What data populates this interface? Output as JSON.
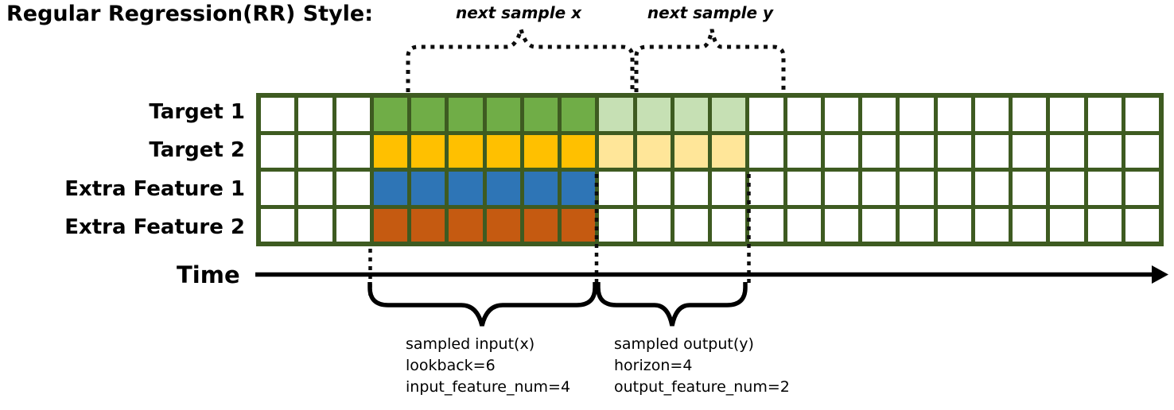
{
  "title": "Regular Regression(RR) Style:",
  "brace_labels": {
    "x": "next sample x",
    "y": "next sample y"
  },
  "rows": [
    {
      "label": "Target 1",
      "input_color": "#70AD47",
      "output_color": "#C6E0B4"
    },
    {
      "label": "Target 2",
      "input_color": "#FFC000",
      "output_color": "#FFE699"
    },
    {
      "label": "Extra Feature 1",
      "input_color": "#2E75B6",
      "output_color": null
    },
    {
      "label": "Extra Feature 2",
      "input_color": "#C55A11",
      "output_color": null
    }
  ],
  "grid": {
    "total_columns": 24,
    "lead_blank_columns": 3,
    "input_columns": 6,
    "output_columns": 4,
    "border_color": "#3E5B21",
    "blank_cell_color": "#FFFFFF",
    "line_color": "#000000"
  },
  "time_axis": {
    "label": "Time"
  },
  "annotations": {
    "input": {
      "line1": "sampled input(x)",
      "line2": "lookback=6",
      "line3": "input_feature_num=4"
    },
    "output": {
      "line1": "sampled output(y)",
      "line2": "horizon=4",
      "line3": "output_feature_num=2"
    }
  }
}
